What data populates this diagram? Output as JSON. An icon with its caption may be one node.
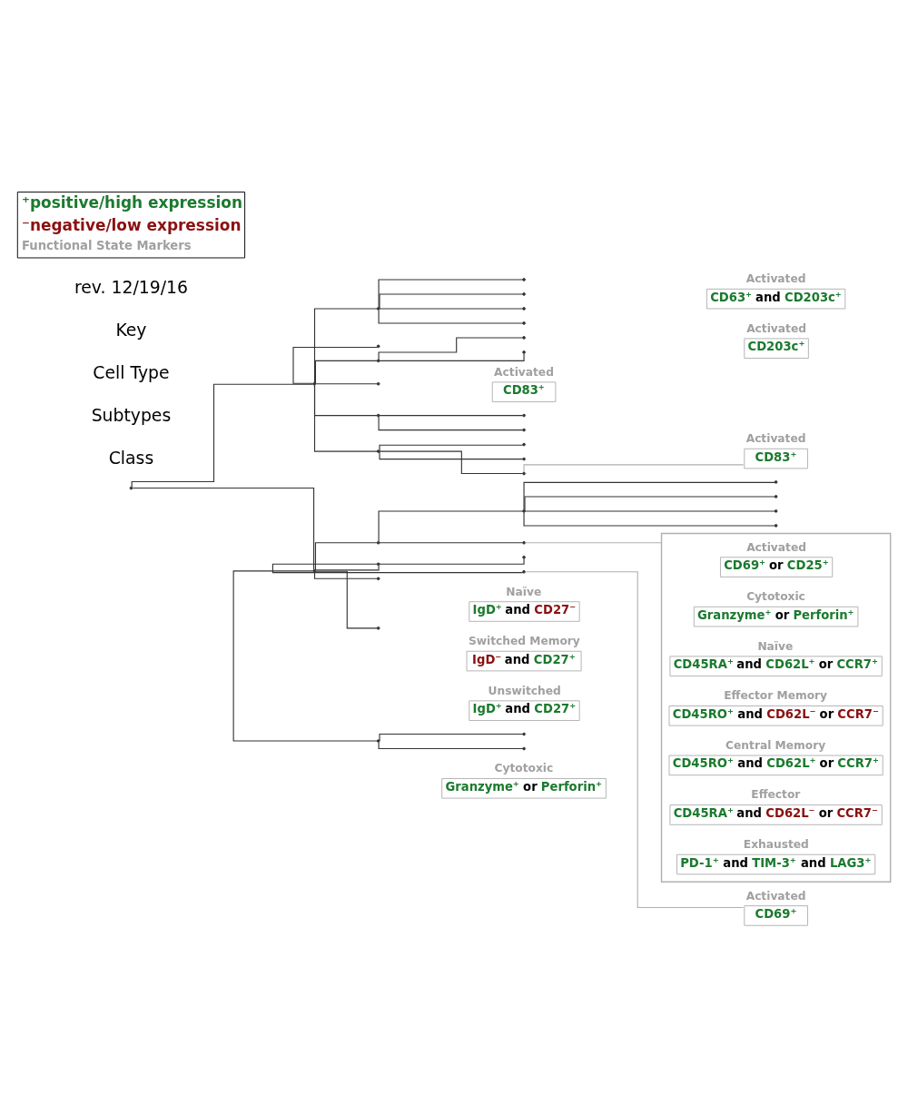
{
  "diagram": {
    "nodes": [
      {
        "text": [],
        "shape": "point"
      },
      {
        "text": [],
        "shape": "point"
      },
      {
        "text": [],
        "shape": "point"
      },
      {
        "text": [],
        "shape": "point"
      },
      {
        "text": [],
        "shape": "point"
      },
      {
        "text": [],
        "shape": "point"
      },
      {
        "text": [],
        "shape": "point"
      },
      {
        "text": [],
        "shape": "point"
      },
      {
        "text": [],
        "shape": "point"
      },
      {
        "text": [],
        "shape": "point"
      },
      {
        "text": [],
        "shape": "point"
      },
      {
        "text": [],
        "shape": "point"
      },
      {
        "text": [],
        "shape": "point"
      },
      {
        "text": [],
        "shape": "point"
      },
      {
        "text": [],
        "shape": "point"
      },
      {
        "text": [],
        "shape": "point"
      },
      {
        "text": [],
        "shape": "point"
      },
      {
        "text": [],
        "shape": "point"
      },
      {
        "text": [],
        "shape": "point"
      },
      {
        "text": [],
        "shape": "point"
      },
      {
        "text": [],
        "shape": "point"
      },
      {
        "text": [],
        "shape": "point"
      },
      {
        "text": [],
        "shape": "point"
      },
      {
        "text": [],
        "shape": "point"
      },
      {
        "text": [],
        "shape": "point"
      },
      {
        "text": [],
        "shape": "point"
      },
      {
        "text": [],
        "shape": "point"
      },
      {
        "text": [],
        "shape": "point"
      },
      {
        "text": [],
        "shape": "point"
      },
      {
        "text": [],
        "shape": "point"
      },
      {
        "text": [],
        "shape": "point"
      },
      {
        "text": [],
        "shape": "point"
      },
      {
        "text": [],
        "shape": "point"
      },
      {
        "text": [],
        "shape": "point"
      },
      {
        "text": [],
        "shape": "point"
      },
      {
        "text": [
          "Activated",
          "CD63⁺ and CD203c⁺"
        ]
      },
      {
        "text": [
          "Activated",
          "CD203c⁺"
        ]
      },
      {
        "text": [
          "Activated",
          "CD83⁺"
        ]
      },
      {
        "text": [
          "Activated",
          "CD83⁺"
        ]
      },
      {
        "text": [],
        "shape": "bracket"
      },
      {
        "text": [
          "Activated",
          "CD69⁺ or CD25⁺"
        ],
        "in": 39
      },
      {
        "text": [
          "Cytotoxic",
          "Granzyme⁺ or Perforin⁺"
        ],
        "in": 39
      },
      {
        "text": [
          "Naïve",
          "CD45RA⁺ and CD62L⁺ or CCR7⁺"
        ],
        "in": 39
      },
      {
        "text": [
          "Effector Memory",
          "CD45RO⁺ and CD62L⁻ or CCR7⁻"
        ],
        "in": 39
      },
      {
        "text": [
          "Central Memory",
          "CD45RO⁺ and CD62L⁺ or CCR7⁺"
        ],
        "in": 39
      },
      {
        "text": [
          "Effector",
          "CD45RA⁺ and CD62L⁻ or CCR7⁻"
        ],
        "in": 39
      },
      {
        "text": [
          "Exhausted",
          "PD-1⁺ and TIM-3⁺ and LAG3⁺"
        ],
        "in": 39
      },
      {
        "text": [
          "Activated",
          "CD69⁺"
        ]
      },
      {
        "text": [
          "Naïve",
          "IgD⁺ and CD27⁻"
        ]
      },
      {
        "text": [
          "Switched Memory",
          "IgD⁻ and CD27⁺"
        ]
      },
      {
        "text": [
          "Unswitched",
          "IgD⁺ and CD27⁺"
        ]
      },
      {
        "text": [
          "Cytotoxic",
          "Granzyme⁺ or Perforin⁺"
        ]
      }
    ],
    "edges": [
      {
        "from": 0,
        "to": 1,
        "arrow": "none"
      },
      {
        "from": 0,
        "to": 2,
        "arrow": "none"
      },
      {
        "from": 1,
        "to": 3,
        "arrow": "none"
      },
      {
        "from": 1,
        "to": 4,
        "arrow": "none"
      },
      {
        "from": 1,
        "to": 5,
        "arrow": "none"
      },
      {
        "from": 1,
        "to": 6,
        "arrow": "none"
      },
      {
        "from": 1,
        "to": 7,
        "arrow": "none"
      },
      {
        "from": 1,
        "to": 8,
        "arrow": "none"
      },
      {
        "from": 2,
        "to": 9,
        "arrow": "none"
      },
      {
        "from": 2,
        "to": 10,
        "arrow": "none"
      },
      {
        "from": 2,
        "to": 11,
        "arrow": "none"
      },
      {
        "from": 2,
        "to": 12,
        "arrow": "none"
      },
      {
        "from": 2,
        "to": 13,
        "arrow": "none"
      },
      {
        "from": 3,
        "to": 14,
        "arrow": "none"
      },
      {
        "from": 3,
        "to": 15,
        "arrow": "none"
      },
      {
        "from": 3,
        "to": 16,
        "arrow": "none"
      },
      {
        "from": 3,
        "to": 17,
        "arrow": "none"
      },
      {
        "from": 5,
        "to": 18,
        "arrow": "none"
      },
      {
        "from": 5,
        "to": 19,
        "arrow": "none"
      },
      {
        "from": 7,
        "to": 20,
        "arrow": "none"
      },
      {
        "from": 7,
        "to": 21,
        "arrow": "none"
      },
      {
        "from": 8,
        "to": 22,
        "arrow": "none"
      },
      {
        "from": 8,
        "to": 23,
        "arrow": "none"
      },
      {
        "from": 8,
        "to": 24,
        "arrow": "none"
      },
      {
        "from": 9,
        "to": 25,
        "arrow": "none"
      },
      {
        "from": 9,
        "to": 26,
        "arrow": "none"
      },
      {
        "from": 25,
        "to": 27,
        "arrow": "none"
      },
      {
        "from": 25,
        "to": 28,
        "arrow": "none"
      },
      {
        "from": 25,
        "to": 29,
        "arrow": "none"
      },
      {
        "from": 25,
        "to": 30,
        "arrow": "none"
      },
      {
        "from": 10,
        "to": 31,
        "arrow": "none"
      },
      {
        "from": 10,
        "to": 32,
        "arrow": "none"
      },
      {
        "from": 13,
        "to": 33,
        "arrow": "none"
      },
      {
        "from": 13,
        "to": 34,
        "arrow": "none"
      },
      {
        "from": 24,
        "to": 38,
        "arrow": "none",
        "color": "#b0b0b0"
      },
      {
        "from": 26,
        "to": 39,
        "arrow": "none",
        "color": "#b0b0b0"
      },
      {
        "from": 32,
        "to": 47,
        "arrow": "none",
        "color": "#b0b0b0"
      }
    ],
    "labels": [
      "Class",
      "Subtypes",
      "Cell Type",
      "Key",
      "rev. 12/19/16"
    ],
    "legend": [
      {
        "text": "⁺positive/high expression",
        "color": "#1b7a2e"
      },
      {
        "text": "⁻negative/low expression",
        "color": "#8b1010"
      },
      {
        "text": "Functional State Markers"
      }
    ]
  }
}
